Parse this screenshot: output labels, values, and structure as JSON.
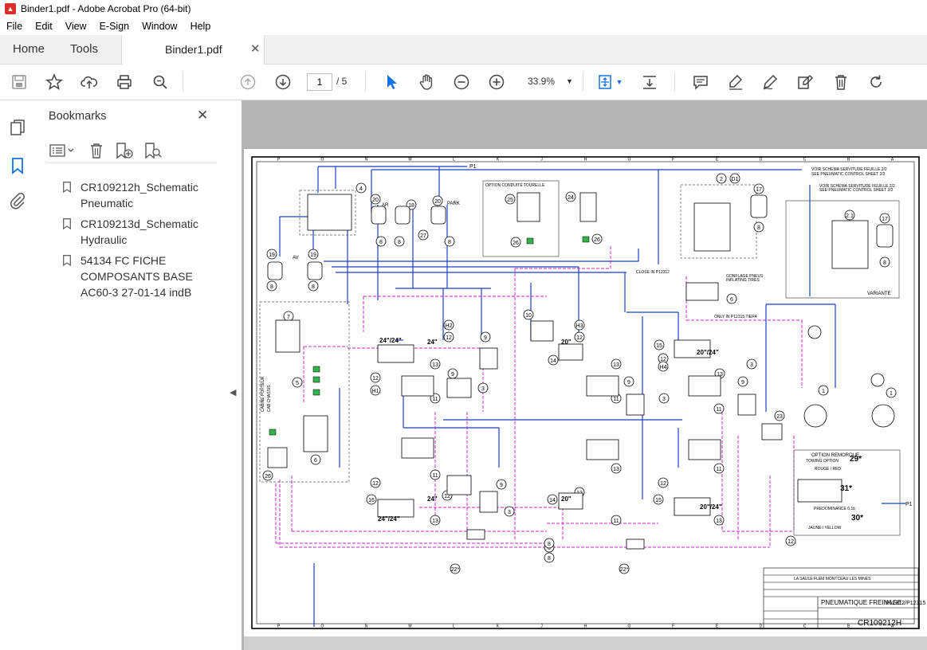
{
  "window": {
    "title": "Binder1.pdf - Adobe Acrobat Pro (64-bit)"
  },
  "menu": [
    "File",
    "Edit",
    "View",
    "E-Sign",
    "Window",
    "Help"
  ],
  "tabs": {
    "home": "Home",
    "tools": "Tools",
    "document": "Binder1.pdf"
  },
  "toolbar": {
    "page_current": "1",
    "page_total": "/ 5",
    "zoom": "33.9%"
  },
  "bookmarks": {
    "title": "Bookmarks",
    "items": [
      {
        "label": "CR109212h_Schematic Pneumatic"
      },
      {
        "label": "CR109213d_Schematic Hydraulic"
      },
      {
        "label": "54134 FC FICHE COMPOSANTS BASE AC60-3 27-01-14 indB"
      }
    ]
  },
  "schematic": {
    "col_letters": [
      "P",
      "O",
      "N",
      "M",
      "L",
      "K",
      "J",
      "H",
      "G",
      "F",
      "E",
      "D",
      "C",
      "B",
      "A"
    ],
    "labels": {
      "p1_top": "P1",
      "p1_right": "P1",
      "voir1": "VOIR SCHEMA SERVITUDE FEUILLE 2/2",
      "voir1b": "SEE PNEUMATIC CONTROL SHEET 2/2",
      "voir2": "VOIR SCHEMA SERVITUDE FEUILLE 2/2",
      "voir2b": "SEE PNEUMATIC CONTROL SHEET 2/2",
      "option_tourelle": "OPTION CONDUITE TOURELLE",
      "option_remorque": "OPTION REMORQUE",
      "towing": "TOWING OPTION",
      "rouge": "ROUGE / RED",
      "jaune": "JAUNE / YELLOW",
      "predominance": "PREDOMINANCE 0,1b",
      "variante": "VARIANTE",
      "gonflage": "GONFLAGE PNEUS",
      "inflating": "INFLATING TIRES",
      "close_in": "CLOSE IN P12312",
      "only_in": "ONLY IN P12315 TIER4",
      "cabine": "CABINE PORTEUR",
      "cab_chassis": "CAB CHASSIS",
      "av": "AV",
      "ar": "AR",
      "park": "PARK",
      "s24x24_a": "24\"/24\"",
      "s24_a": "24\"",
      "s20_a": "20\"",
      "s20x24_a": "20\"/24\"",
      "s24x24_b": "24\"/24\"",
      "s24_b": "24\"",
      "s20_b": "20\"",
      "s20x24_b": "20\"/24\"",
      "n29": "29*",
      "n31": "31*",
      "n30": "30*",
      "title1": "PNEUMATIQUE FREINAGE",
      "title2": "P12312/P12315",
      "drawing_no": "CR109212H",
      "company": "LA SAULE FLEM MONTCEAU LES MINES"
    }
  }
}
